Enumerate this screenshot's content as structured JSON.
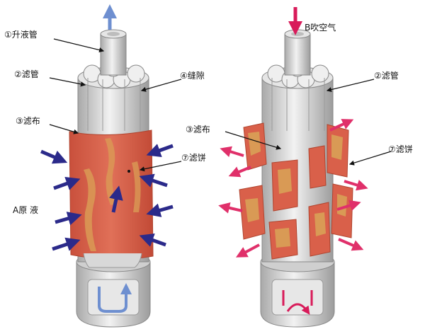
{
  "labels": {
    "riser_pipe": "①升液管",
    "filter_tube_left": "②滤管",
    "gap": "④缝隙",
    "filter_cloth_left": "③滤布",
    "filter_cake_left": "⑦滤饼",
    "raw_liquid": "A原 液",
    "blow_air": "B吹空气",
    "filter_tube_right": "②滤管",
    "filter_cloth_right": "③滤布",
    "filter_cake_right": "⑦滤饼"
  },
  "colors": {
    "cloth_red": "#d9604a",
    "cake_orange": "#d99a55",
    "inflow_arrow": "#2b2a8a",
    "outflow_arrow": "#e0306a",
    "pipe_gray": "#d4d4d4",
    "up_arrow_blue": "#6e8fd0",
    "air_arrow": "#d81b5a"
  }
}
